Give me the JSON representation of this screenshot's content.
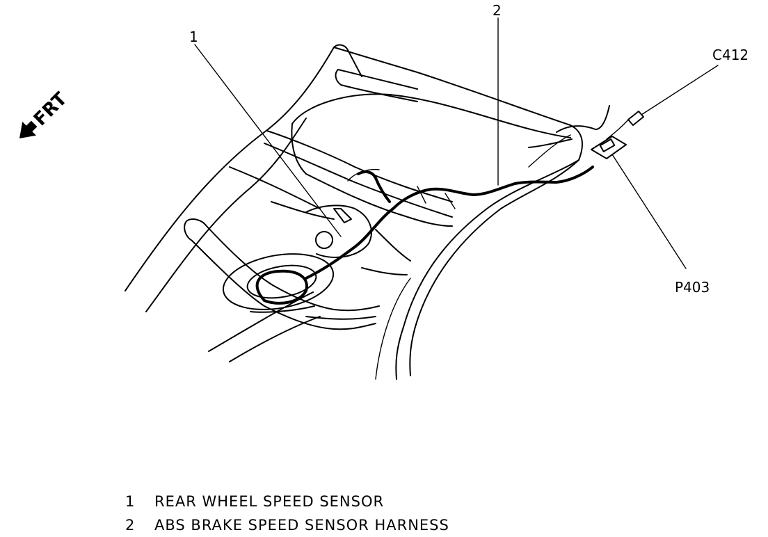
{
  "direction": {
    "label": "FRT",
    "icon": "arrow-left-icon"
  },
  "callouts": {
    "c1": "1",
    "c2": "2",
    "c412": "C412",
    "p403": "P403"
  },
  "legend": [
    {
      "num": "1",
      "text": "REAR WHEEL SPEED SENSOR"
    },
    {
      "num": "2",
      "text": "ABS BRAKE SPEED SENSOR HARNESS"
    }
  ]
}
